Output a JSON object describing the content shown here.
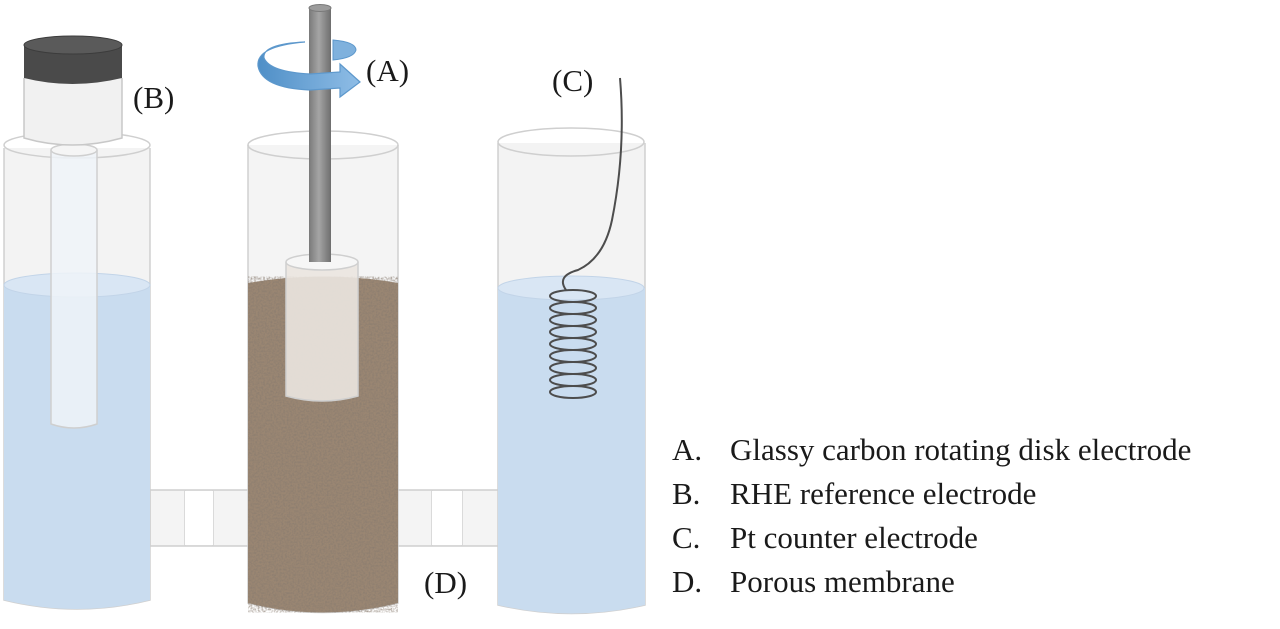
{
  "labels": {
    "A": "(A)",
    "B": "(B)",
    "C": "(C)",
    "D": "(D)"
  },
  "legend": [
    {
      "key": "A.",
      "text": "Glassy carbon rotating disk electrode"
    },
    {
      "key": "B.",
      "text": "RHE reference electrode"
    },
    {
      "key": "C.",
      "text": "Pt counter electrode"
    },
    {
      "key": "D.",
      "text": "Porous membrane"
    }
  ],
  "colors": {
    "electrolyte": "#c9dcef",
    "glass": "#f2f2f2",
    "rod": "#8c8c8c",
    "cap": "#4a4a4a",
    "rotation_arrow": "#6fa6d6",
    "sediment": "#9a8672"
  }
}
